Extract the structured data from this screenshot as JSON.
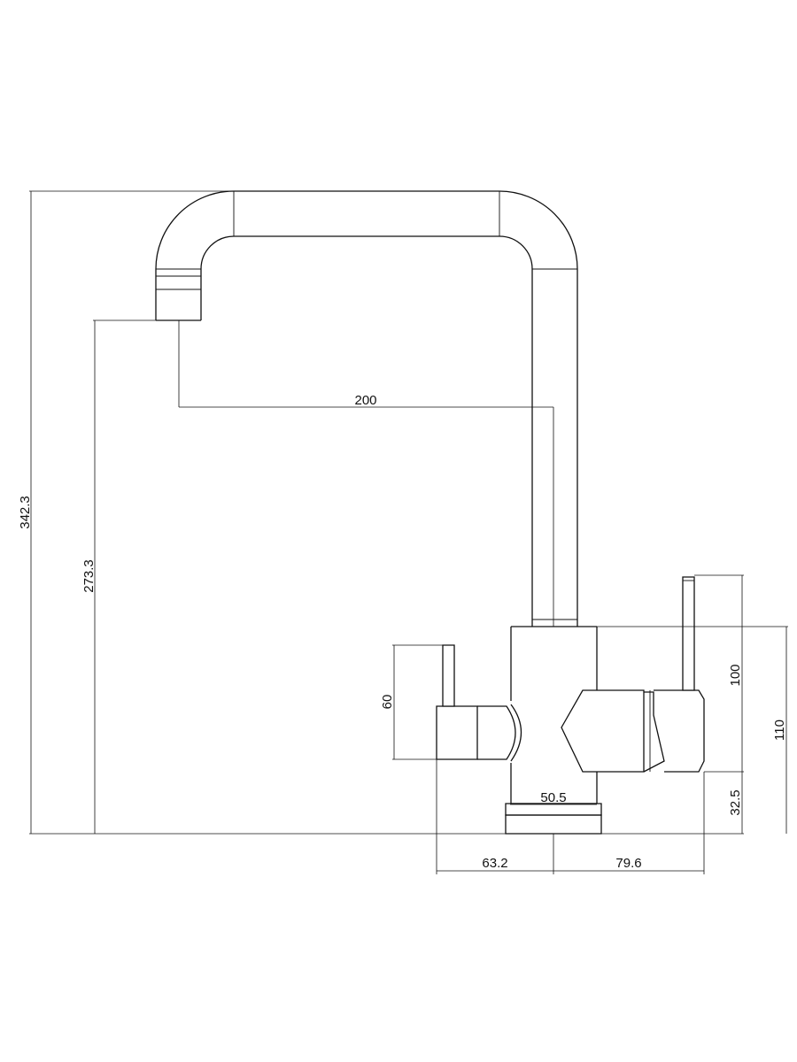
{
  "drawing": {
    "units": "mm",
    "line_color": "#111111",
    "background": "#ffffff",
    "dimensions": {
      "total_height": "342.3",
      "spout_outlet_height": "273.3",
      "spout_reach": "200",
      "left_handle_height": "60",
      "right_lever_height": "100",
      "body_height": "110",
      "base_height": "32.5",
      "base_width": "50.5",
      "left_offset": "63.2",
      "right_offset": "79.6"
    }
  }
}
